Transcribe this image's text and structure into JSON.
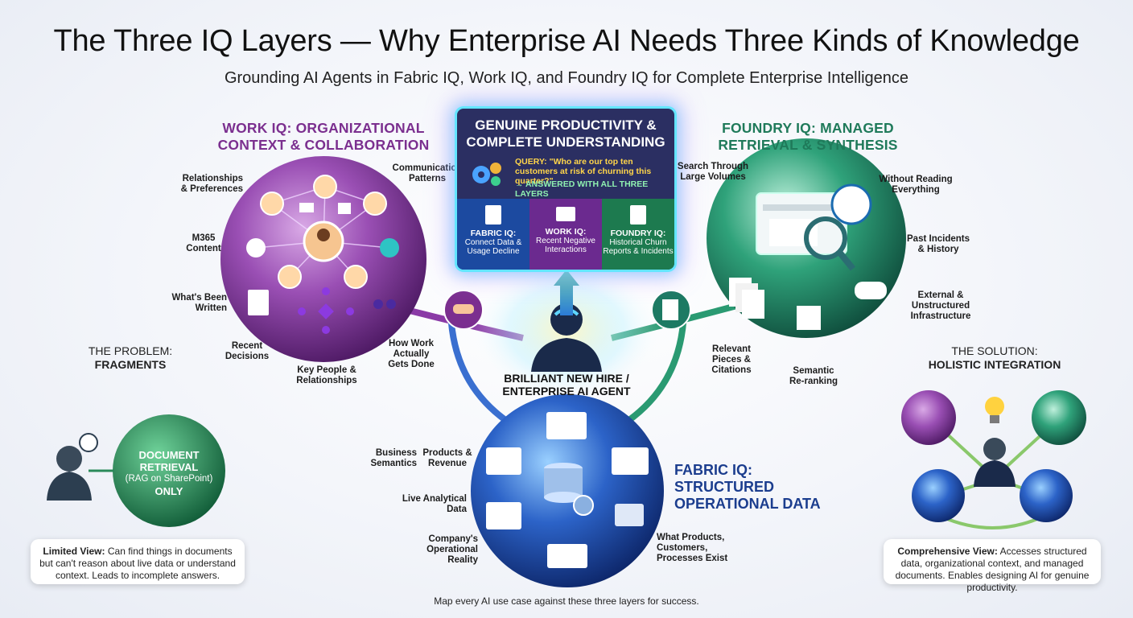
{
  "title": "The Three IQ Layers — Why Enterprise AI Needs Three Kinds of Knowledge",
  "subtitle": "Grounding AI Agents in Fabric IQ, Work IQ, and Foundry IQ for Complete Enterprise Intelligence",
  "colors": {
    "work": "#7b2f8f",
    "foundry": "#1f7a5a",
    "fabric": "#1b3d8e",
    "panel": "#2b2f62",
    "query": "#ffd54a"
  },
  "work_iq": {
    "heading": "WORK IQ: ORGANIZATIONAL\nCONTEXT & COLLABORATION",
    "labels": {
      "relationships": "Relationships\n& Preferences",
      "communication": "Communication\nPatterns",
      "m365": "M365\nContent",
      "written": "What's Been\nWritten",
      "decisions": "Recent\nDecisions",
      "key_people": "Key People &\nRelationships",
      "how_work": "How Work\nActually\nGets Done"
    }
  },
  "center": {
    "heading": "GENUINE PRODUCTIVITY &\nCOMPLETE UNDERSTANDING",
    "query": "QUERY: \"Who are our top ten customers at risk of churning this quarter?\"",
    "answered": "→ ANSWERED WITH ALL THREE LAYERS",
    "columns": [
      {
        "title": "FABRIC IQ:",
        "text": "Connect Data & Usage Decline"
      },
      {
        "title": "WORK IQ:",
        "text": "Recent Negative Interactions"
      },
      {
        "title": "FOUNDRY IQ:",
        "text": "Historical Churn Reports & Incidents"
      }
    ],
    "agent_label": "BRILLIANT NEW HIRE /\nENTERPRISE AI AGENT"
  },
  "foundry_iq": {
    "heading": "FOUNDRY IQ: MANAGED\nRETRIEVAL & SYNTHESIS",
    "labels": {
      "search": "Search Through\nLarge Volumes",
      "without": "Without Reading\nEverything",
      "past": "Past Incidents\n& History",
      "external": "External &\nUnstructured\nInfrastructure",
      "relevant": "Relevant\nPieces &\nCitations",
      "semantic": "Semantic\nRe-ranking"
    }
  },
  "fabric_iq": {
    "heading": "FABRIC IQ:\nSTRUCTURED\nOPERATIONAL DATA",
    "labels": {
      "business": "Business\nSemantics",
      "products": "Products &\nRevenue",
      "live": "Live Analytical\nData",
      "reality": "Company's\nOperational\nReality",
      "what_exists": "What Products,\nCustomers,\nProcesses Exist"
    }
  },
  "problem": {
    "line1": "THE PROBLEM:",
    "line2": "FRAGMENTS",
    "bubble_title": "DOCUMENT\nRETRIEVAL",
    "bubble_sub": "(RAG on SharePoint)",
    "bubble_only": "ONLY",
    "card_bold": "Limited View:",
    "card_text": " Can find things in documents but can't reason about live data or understand context. Leads to incomplete answers."
  },
  "solution": {
    "line1": "THE SOLUTION:",
    "line2": "HOLISTIC INTEGRATION",
    "card_bold": "Comprehensive View:",
    "card_text": " Accesses structured data, organizational context, and managed documents. Enables designing AI for genuine productivity."
  },
  "footer": "Map every AI use case against these three layers for success."
}
